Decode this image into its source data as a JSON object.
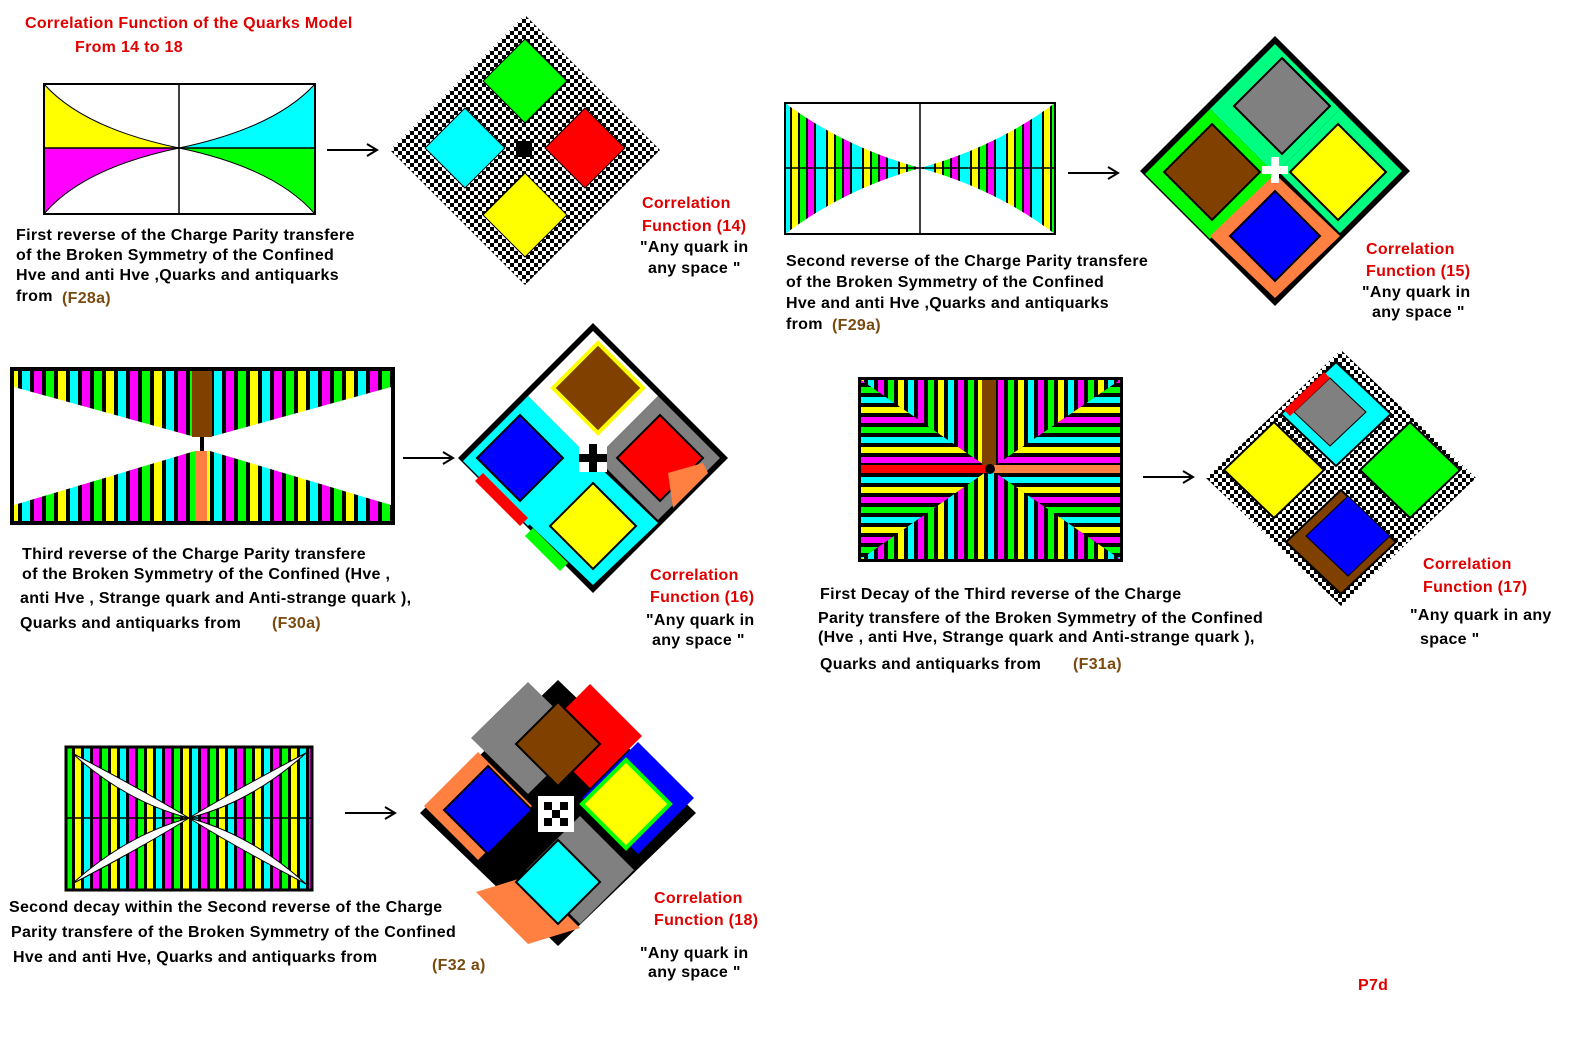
{
  "header": {
    "title": "Correlation Function of the Quarks Model",
    "subtitle": "From 14 to 18"
  },
  "colors": {
    "yellow": "#ffff00",
    "cyan": "#00ffff",
    "magenta": "#ff00ff",
    "green": "#00ff00",
    "red": "#ff0000",
    "blue": "#0000ff",
    "brown": "#804000",
    "gray": "#808080",
    "orange": "#ff8040",
    "label_red": "#e00000",
    "ref_brown": "#7a4a10"
  },
  "panels": [
    {
      "id": "p14",
      "caption": [
        "First reverse of the Charge Parity transfere",
        "of the Broken Symmetry of the Confined",
        "Hve  and anti Hve ,Quarks and antiquarks",
        "from"
      ],
      "ref": "(F28a)",
      "corr": [
        "Correlation",
        "Function (14)"
      ],
      "quote": [
        "\"Any quark in",
        "any space \""
      ],
      "diamond_colors": [
        "green",
        "cyan",
        "red",
        "yellow"
      ]
    },
    {
      "id": "p15",
      "caption": [
        "Second reverse of the Charge Parity transfere",
        "of the Broken Symmetry of the Confined",
        "Hve  and anti Hve ,Quarks and antiquarks",
        "from"
      ],
      "ref": "(F29a)",
      "corr": [
        "Correlation",
        "Function (15)"
      ],
      "quote": [
        "\"Any quark in",
        "any space \""
      ],
      "diamond_colors": [
        "gray",
        "brown",
        "yellow",
        "blue"
      ]
    },
    {
      "id": "p16",
      "caption": [
        "Third reverse of the Charge Parity transfere",
        "of the Broken Symmetry of the Confined (Hve ,",
        "anti Hve , Strange  quark  and  Anti-strange quark ),",
        "Quarks and antiquarks  from"
      ],
      "ref": "(F30a)",
      "corr": [
        "Correlation",
        "Function (16)"
      ],
      "quote": [
        "\"Any quark in",
        "any space \""
      ],
      "diamond_colors": [
        "brown",
        "blue",
        "red",
        "yellow"
      ]
    },
    {
      "id": "p17",
      "caption": [
        "First Decay of the Third reverse of the Charge",
        "Parity transfere of the Broken Symmetry of the Confined",
        "(Hve , anti Hve, Strange quark and Anti-strange quark ),",
        "Quarks and antiquarks  from"
      ],
      "ref": "(F31a)",
      "corr": [
        "Correlation",
        "Function (17)"
      ],
      "quote": [
        "\"Any quark in any",
        "space \""
      ],
      "diamond_colors": [
        "gray",
        "yellow",
        "green",
        "blue"
      ]
    },
    {
      "id": "p18",
      "caption": [
        "Second decay within the Second reverse of the Charge",
        "Parity transfere of the Broken Symmetry of the Confined",
        "Hve  and anti Hve, Quarks and antiquarks  from"
      ],
      "ref": "(F32 a)",
      "corr": [
        "Correlation",
        "Function (18)"
      ],
      "quote": [
        "\"Any quark in",
        "any space \""
      ],
      "diamond_colors": [
        "brown",
        "blue",
        "yellow",
        "cyan"
      ]
    }
  ],
  "footer": {
    "page_code": "P7d"
  }
}
